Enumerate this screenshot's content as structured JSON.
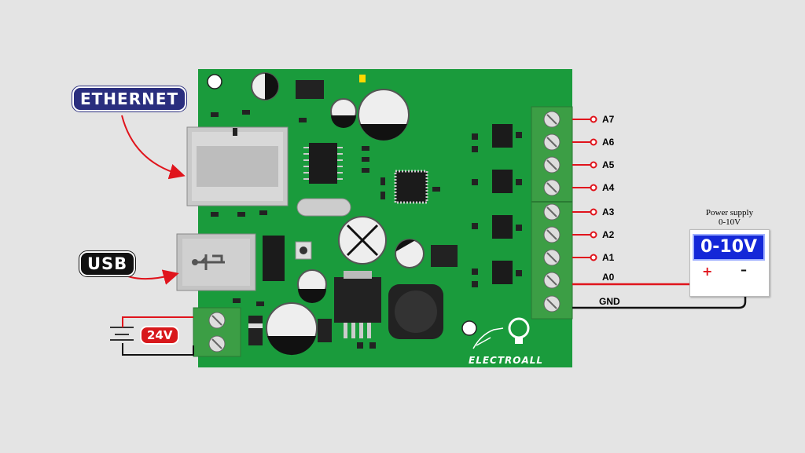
{
  "labels": {
    "ethernet": "ETHERNET",
    "usb": "USB",
    "voltage": "24V",
    "gnd": "GND",
    "brand": "ELECTROALL"
  },
  "analog_pins": [
    "A7",
    "A6",
    "A5",
    "A4",
    "A3",
    "A2",
    "A1",
    "A0"
  ],
  "power_supply": {
    "title_line1": "Power supply",
    "title_line2": "0-10V",
    "display": "0-10V",
    "plus": "+",
    "minus": "–"
  },
  "colors": {
    "board": "#1a9b3c",
    "terminal": "#3c9e45",
    "wire_red": "#e0141c",
    "wire_black": "#111111",
    "ethernet_bubble": "#2a2e7e",
    "display": "#1428d8"
  }
}
